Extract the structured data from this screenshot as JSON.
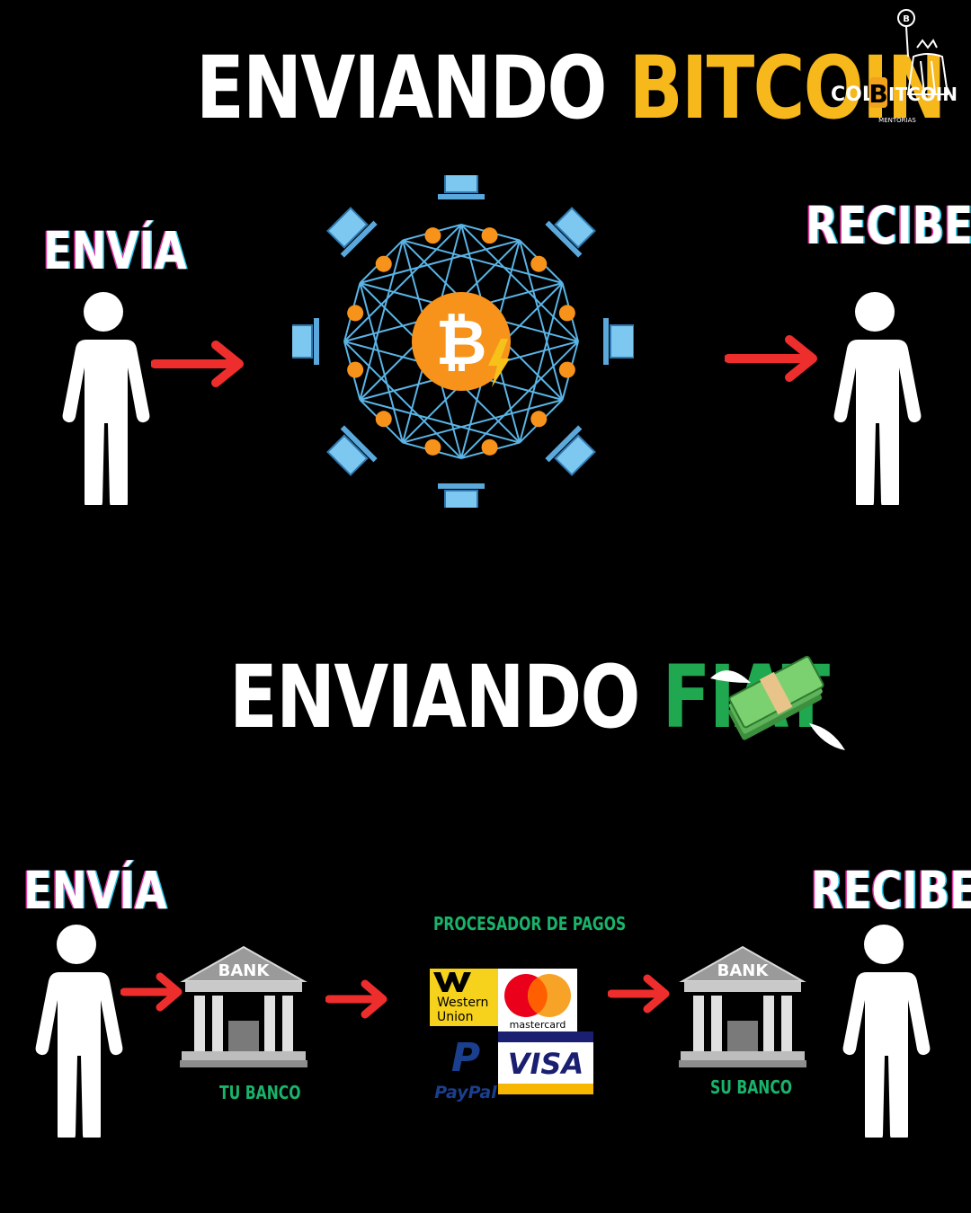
{
  "header": {
    "title_word1": "ENVIANDO",
    "title_word2": "BITCOIN",
    "title_word2_color": "#f6b81a"
  },
  "logo": {
    "part1": "COL",
    "part2": "ITCOIN",
    "sub": "MENTORIAS",
    "badge": "B",
    "accent": "#f3a21c"
  },
  "bitcoin_section": {
    "sender_label": "ENVÍA",
    "receiver_label": "RECIBE",
    "coin_symbol": "₿",
    "coin_color": "#f7931a",
    "network_color": "#5ab4e6"
  },
  "fiat_header": {
    "title_word1": "ENVIANDO",
    "title_word2": "FIAT",
    "title_word2_color": "#1fa84f"
  },
  "fiat_section": {
    "sender_label": "ENVÍA",
    "receiver_label": "RECIBE",
    "sender_bank_sign": "BANK",
    "receiver_bank_sign": "BANK",
    "sender_bank_caption": "TU BANCO",
    "receiver_bank_caption": "SU BANCO",
    "processor_title": "PROCESADOR DE PAGOS",
    "processors": {
      "western_union_line1": "Western",
      "western_union_line2": "Union",
      "mastercard": "mastercard",
      "paypal_line1": "P",
      "paypal_line2": "PayPal",
      "visa": "VISA"
    }
  },
  "colors": {
    "arrow": "#ee2d2d",
    "person": "#ffffff",
    "caption_green": "#19b36b"
  }
}
